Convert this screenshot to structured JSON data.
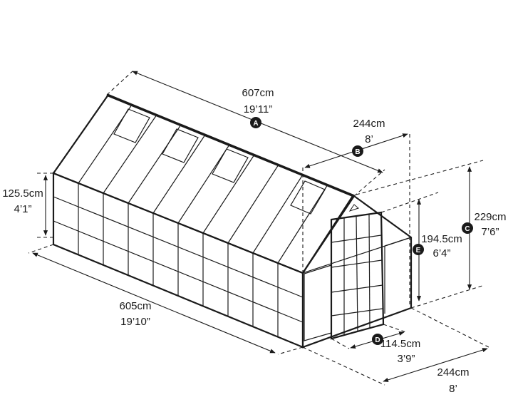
{
  "dimensions": {
    "A": {
      "metric": "607cm",
      "imperial": "19’11”"
    },
    "B": {
      "metric": "244cm",
      "imperial": "8’"
    },
    "C": {
      "metric": "229cm",
      "imperial": "7’6”"
    },
    "D": {
      "metric": "114.5cm",
      "imperial": "3’9”"
    },
    "E": {
      "metric": "194.5cm",
      "imperial": "6’4”"
    },
    "side_height": {
      "metric": "125.5cm",
      "imperial": "4’1”"
    },
    "base_length": {
      "metric": "605cm",
      "imperial": "19’10”"
    },
    "base_width": {
      "metric": "244cm",
      "imperial": "8’"
    }
  },
  "badges": {
    "A": "A",
    "B": "B",
    "C": "C",
    "D": "D",
    "E": "E"
  }
}
